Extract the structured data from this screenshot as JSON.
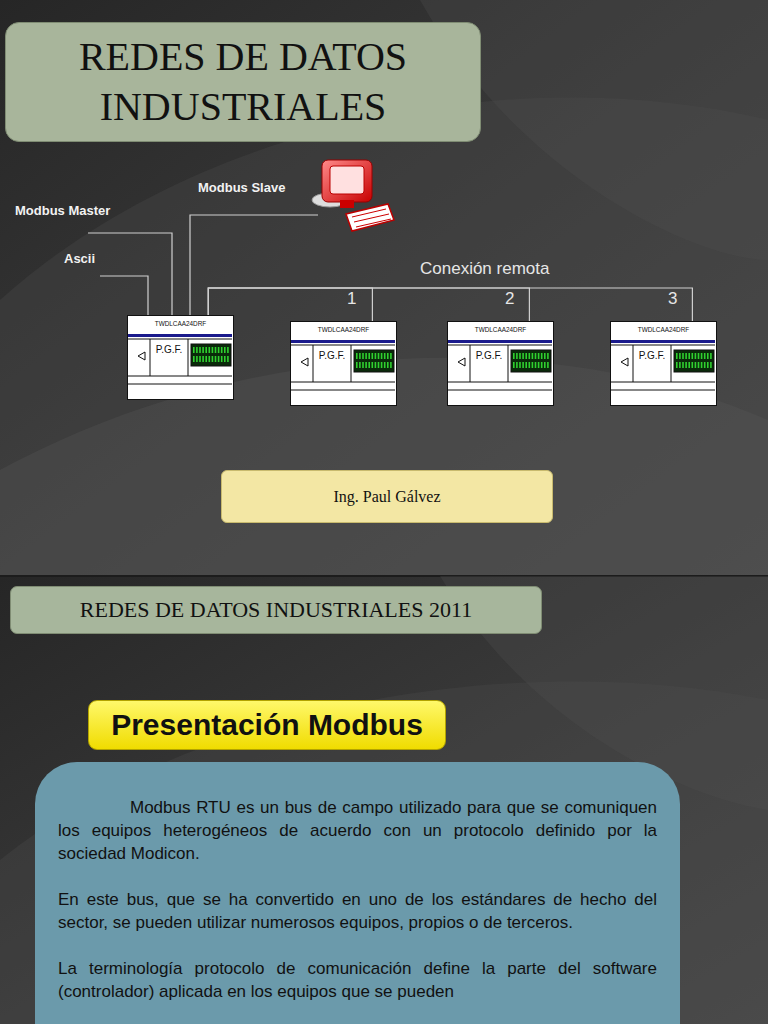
{
  "diagram": {
    "nodes": [
      {
        "text": [
          "REDES DE DATOS INDUSTRIALES"
        ]
      },
      {
        "text": [
          "TWDLCAA24DRF",
          "P.G.F."
        ]
      },
      {
        "text": [
          "TWDLCAA24DRF",
          "P.G.F."
        ]
      },
      {
        "text": [
          "TWDLCAA24DRF",
          "P.G.F."
        ]
      },
      {
        "text": [
          "TWDLCAA24DRF",
          "P.G.F."
        ]
      },
      {
        "text": [
          "Ing. Paul  Gálvez"
        ]
      },
      {
        "text": [
          "REDES DE DATOS INDUSTRIALES 2011"
        ]
      },
      {
        "text": [
          "Presentación Modbus"
        ]
      },
      {
        "text": [
          "Modbus RTU es un bus de campo utilizado para que se comuniquen los equipos heterogéneos de acuerdo con un protocolo definido por la sociedad Modicon.",
          "En este bus, que se ha convertido en uno de los estándares de hecho del sector, se pueden utilizar numerosos equipos, propios o de terceros.",
          "La terminología protocolo de comunicación define la parte del software (controlador) aplicada en los equipos que se pueden"
        ]
      }
    ],
    "edges": [
      {
        "from": 1,
        "to": 2,
        "arrow": "none"
      },
      {
        "from": 1,
        "to": 3,
        "arrow": "none"
      },
      {
        "from": 1,
        "to": 4,
        "arrow": "none"
      }
    ],
    "labels": [
      "Modbus Slave",
      "Modbus Master",
      "Ascii",
      "Conexión remota",
      "1",
      "2",
      "3"
    ]
  }
}
